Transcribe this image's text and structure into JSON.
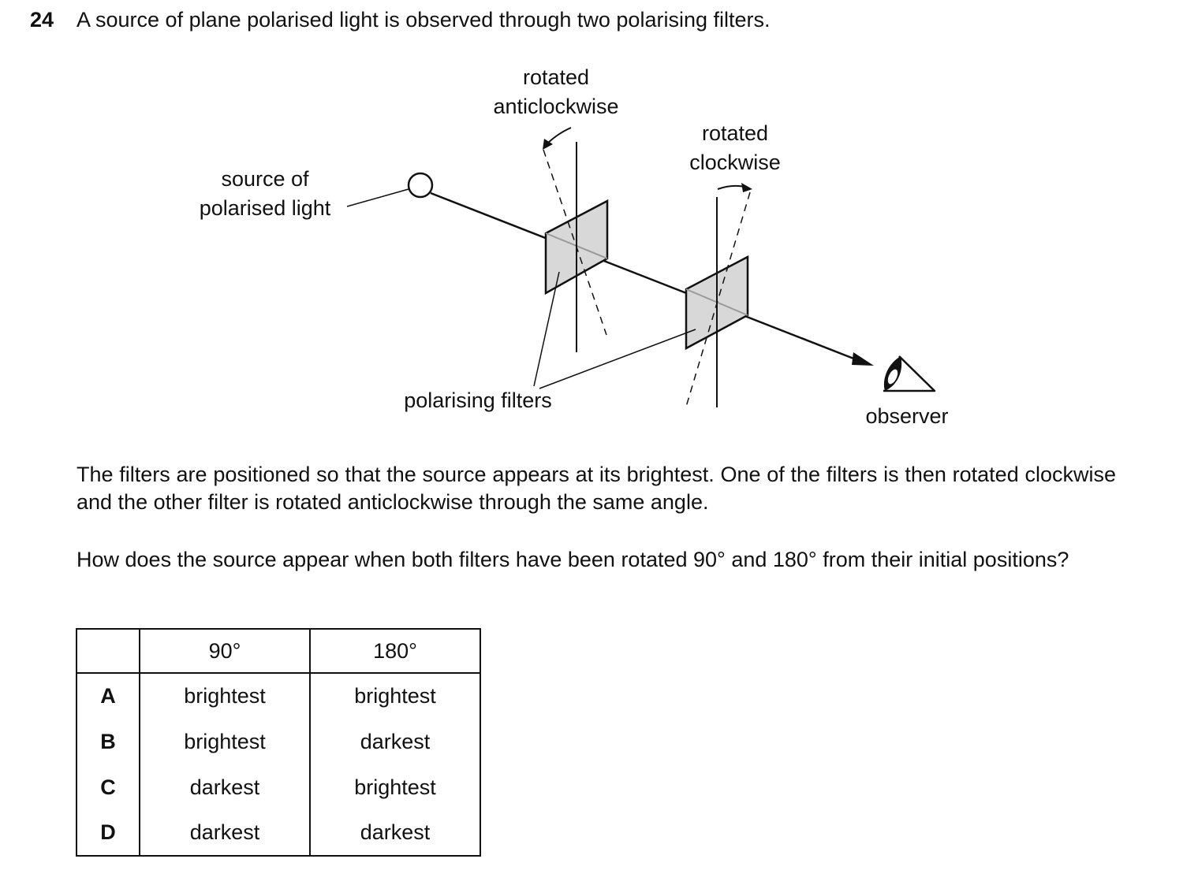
{
  "question": {
    "number": "24",
    "text": "A source of plane polarised light is observed through two polarising filters."
  },
  "diagram": {
    "labels": {
      "source": [
        "source of",
        "polarised light"
      ],
      "rotated_anticlockwise": [
        "rotated",
        "anticlockwise"
      ],
      "rotated_clockwise": [
        "rotated",
        "clockwise"
      ],
      "polarising_filters": "polarising filters",
      "observer": "observer"
    }
  },
  "paragraphs": {
    "p1": "The filters are positioned so that the source appears at its brightest. One of the filters is then rotated clockwise and the other filter is rotated anticlockwise through the same angle.",
    "p2": "How does the source appear when both filters have been rotated 90° and 180° from their initial positions?"
  },
  "table": {
    "headers": [
      "",
      "90°",
      "180°"
    ],
    "rows": [
      {
        "letter": "A",
        "deg90": "brightest",
        "deg180": "brightest"
      },
      {
        "letter": "B",
        "deg90": "brightest",
        "deg180": "darkest"
      },
      {
        "letter": "C",
        "deg90": "darkest",
        "deg180": "brightest"
      },
      {
        "letter": "D",
        "deg90": "darkest",
        "deg180": "darkest"
      }
    ]
  }
}
